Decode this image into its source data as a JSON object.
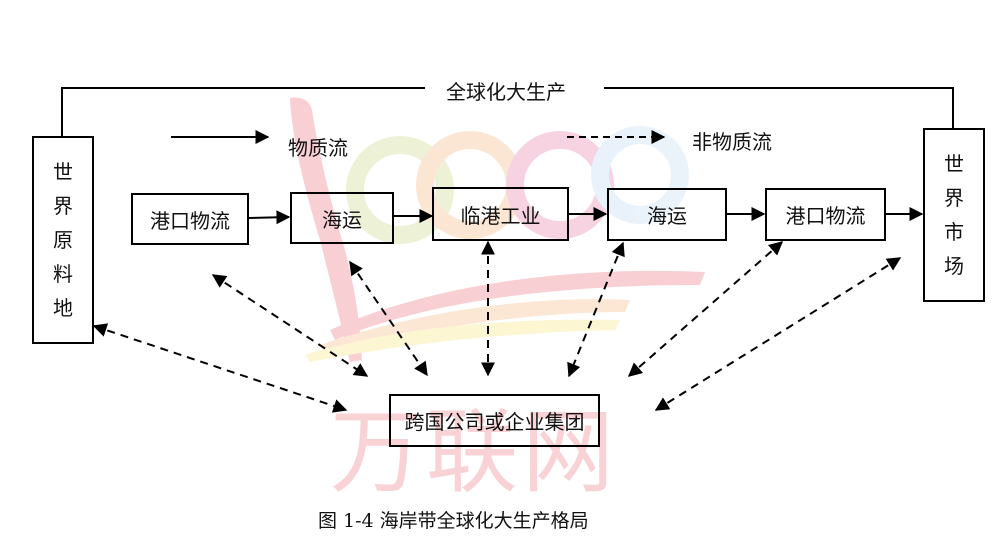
{
  "title": "全球化大生产",
  "legend": {
    "solid_label": "物质流",
    "dashed_label": "非物质流"
  },
  "left_node": {
    "label": "世界原料地",
    "chars": [
      "世",
      "界",
      "原",
      "料",
      "地"
    ]
  },
  "right_node": {
    "label": "世界市场",
    "chars": [
      "世",
      "界",
      "市",
      "场"
    ]
  },
  "chain": [
    {
      "id": "port-logistics-1",
      "label": "港口物流"
    },
    {
      "id": "shipping-1",
      "label": "海运"
    },
    {
      "id": "coastal-industry",
      "label": "临港工业"
    },
    {
      "id": "shipping-2",
      "label": "海运"
    },
    {
      "id": "port-logistics-2",
      "label": "港口物流"
    }
  ],
  "center_node": {
    "label": "跨国公司或企业集团"
  },
  "caption": "图 1-4 海岸带全球化大生产格局",
  "watermark": {
    "text": "万联网"
  },
  "edges": {
    "solid": [
      [
        "port-logistics-1",
        "shipping-1"
      ],
      [
        "shipping-1",
        "coastal-industry"
      ],
      [
        "coastal-industry",
        "shipping-2"
      ],
      [
        "shipping-2",
        "port-logistics-2"
      ],
      [
        "port-logistics-2",
        "world-market"
      ]
    ],
    "dashed_bidirectional": [
      [
        "center",
        "world-raw-materials"
      ],
      [
        "center",
        "port-logistics-1"
      ],
      [
        "center",
        "shipping-1"
      ],
      [
        "center",
        "coastal-industry"
      ],
      [
        "center",
        "shipping-2"
      ],
      [
        "center",
        "port-logistics-2"
      ],
      [
        "center",
        "world-market"
      ]
    ]
  }
}
